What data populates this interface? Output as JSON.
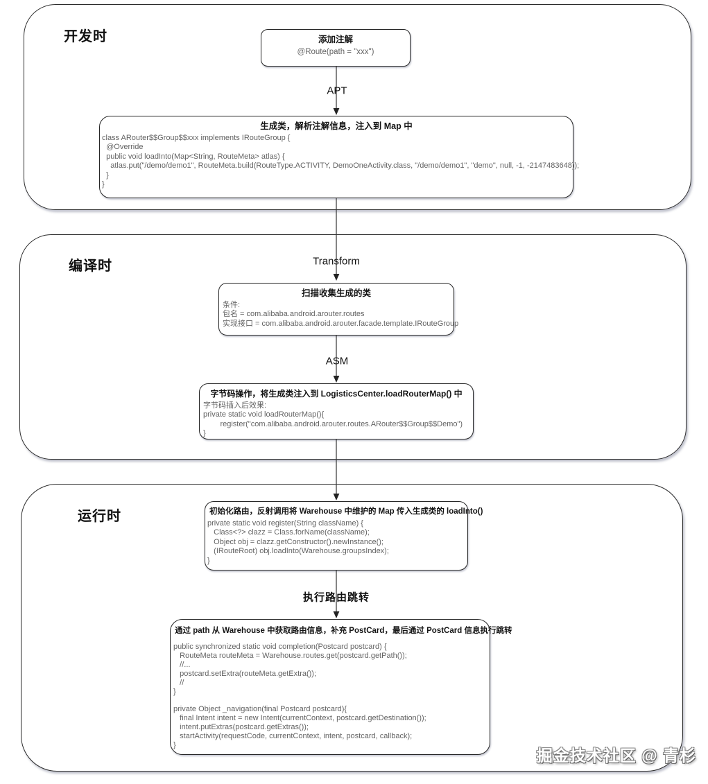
{
  "diagram": {
    "title_hint": "ARouter workflow flowchart",
    "colors": {
      "stroke": "#262626",
      "code_text": "#636363",
      "background": "#ffffff",
      "shadow": "#9aa0b4"
    },
    "sections": [
      {
        "label": "开发时"
      },
      {
        "label": "编译时"
      },
      {
        "label": "运行时"
      }
    ],
    "arrows": {
      "apt": "APT",
      "transform": "Transform",
      "asm": "ASM",
      "route_jump": "执行路由跳转"
    },
    "boxes": {
      "annotation": {
        "title": "添加注解",
        "code": "@Route(path = \"xxx\")"
      },
      "generated_class": {
        "title": "生成类，解析注解信息，注入到 Map 中",
        "code": "class ARouter$$Group$$xxx implements IRouteGroup {\n  @Override\n  public void loadInto(Map<String, RouteMeta> atlas) {\n    atlas.put(\"/demo/demo1\", RouteMeta.build(RouteType.ACTIVITY, DemoOneActivity.class, \"/demo/demo1\", \"demo\", null, -1, -2147483648));\n  }\n}"
      },
      "scan_collect": {
        "title": "扫描收集生成的类",
        "code": "条件:\n包名 = com.alibaba.android.arouter.routes\n实现接口 = com.alibaba.android.arouter.facade.template.IRouteGroup"
      },
      "bytecode": {
        "title": "字节码操作，将生成类注入到 LogisticsCenter.loadRouterMap() 中",
        "code": "字节码插入后效果:\nprivate static void loadRouterMap(){\n        register(\"com.alibaba.android.arouter.routes.ARouter$$Group$$Demo\")\n}"
      },
      "init_route": {
        "title": "初始化路由，反射调用将 Warehouse 中维护的 Map 传入生成类的 loadInto()",
        "code": "private static void register(String className) {\n   Class<?> clazz = Class.forName(className);\n   Object obj = clazz.getConstructor().newInstance();\n   (IRouteRoot) obj.loadInto(Warehouse.groupsIndex);\n}"
      },
      "completion": {
        "title": "通过 path 从 Warehouse 中获取路由信息，补充 PostCard，最后通过 PostCard 信息执行跳转",
        "code": "public synchronized static void completion(Postcard postcard) {\n   RouteMeta routeMeta = Warehouse.routes.get(postcard.getPath());\n   //...\n   postcard.setExtra(routeMeta.getExtra());\n   //\n}\n\nprivate Object _navigation(final Postcard postcard){\n   final Intent intent = new Intent(currentContext, postcard.getDestination());\n   intent.putExtras(postcard.getExtras());\n   startActivity(requestCode, currentContext, intent, postcard, callback);\n}"
      }
    },
    "watermark": "掘金技术社区 @ 青杉"
  }
}
